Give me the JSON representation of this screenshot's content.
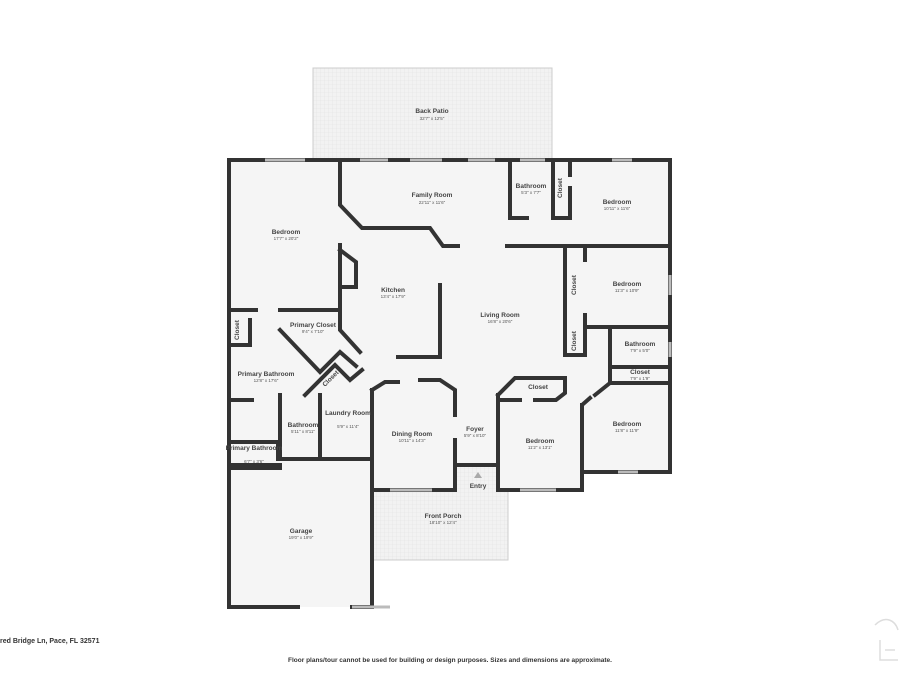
{
  "rooms": {
    "back_patio": {
      "name": "Back Patio",
      "dims": "32'7\" x 12'5\""
    },
    "family_room": {
      "name": "Family Room",
      "dims": "22'11\" x 11'6\""
    },
    "bathroom_top": {
      "name": "Bathroom",
      "dims": "5'3\" x 7'7\""
    },
    "closet_top": {
      "name": "Closet"
    },
    "bedroom_ne": {
      "name": "Bedroom",
      "dims": "10'11\" x 11'6\""
    },
    "bedroom_nw": {
      "name": "Bedroom",
      "dims": "17'7\" x 20'2\""
    },
    "kitchen": {
      "name": "Kitchen",
      "dims": "13'4\" x 17'9\""
    },
    "living_room": {
      "name": "Living Room",
      "dims": "16'8\" x 20'6\""
    },
    "closet_right": {
      "name": "Closet"
    },
    "bedroom_e": {
      "name": "Bedroom",
      "dims": "11'3\" x 10'9\""
    },
    "closet_small": {
      "name": "Closet"
    },
    "bathroom_e": {
      "name": "Bathroom",
      "dims": "7'9\" x 5'0\""
    },
    "closet_e": {
      "name": "Closet",
      "dims": "7'9\" x 1'9\""
    },
    "closet_w": {
      "name": "Closet"
    },
    "primary_closet": {
      "name": "Primary Closet",
      "dims": "9'4\" x 7'10\""
    },
    "primary_bathroom": {
      "name": "Primary Bathroom",
      "dims": "12'8\" x 17'6\""
    },
    "closet_diag": {
      "name": "Closet"
    },
    "bathroom_w": {
      "name": "Bathroom",
      "dims": "5'11\" x 8'11\""
    },
    "laundry": {
      "name": "Laundry Room",
      "dims": "5'9\" x 11'4\""
    },
    "primary_bathroom_small": {
      "name": "Primary Bathroom",
      "dims": "6'7\" x 3'6\""
    },
    "dining_room": {
      "name": "Dining Room",
      "dims": "10'11\" x 14'3\""
    },
    "foyer": {
      "name": "Foyer",
      "dims": "5'9\" x 8'10\""
    },
    "closet_bed3": {
      "name": "Closet"
    },
    "bedroom_s": {
      "name": "Bedroom",
      "dims": "11'2\" x 13'1\""
    },
    "bedroom_se": {
      "name": "Bedroom",
      "dims": "11'8\" x 11'9\""
    },
    "garage": {
      "name": "Garage",
      "dims": "19'0\" x 19'9\""
    },
    "front_porch": {
      "name": "Front Porch",
      "dims": "18'10\" x 12'4\""
    },
    "entry": {
      "name": "Entry"
    }
  },
  "footer": {
    "address": "red Bridge Ln, Pace, FL 32571",
    "disclaimer": "Floor plans/tour cannot be used for building or design purposes. Sizes and dimensions are approximate."
  },
  "colors": {
    "wall": "#333333",
    "floor": "#f5f5f5",
    "patio": "#eeeeee"
  }
}
